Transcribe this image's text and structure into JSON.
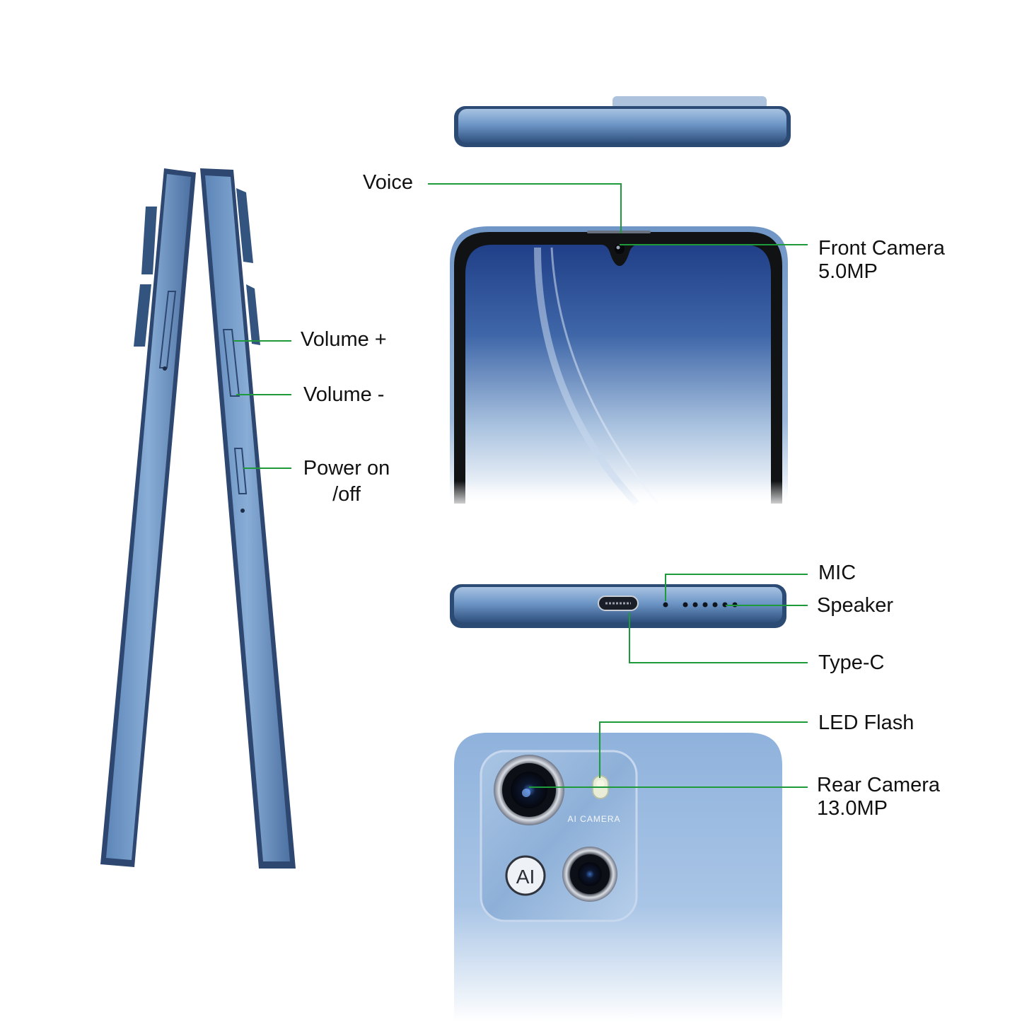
{
  "labels": {
    "voice": "Voice",
    "front_camera": [
      "Front Camera",
      "5.0MP"
    ],
    "volume_up": "Volume +",
    "volume_down": "Volume -",
    "power": [
      "Power on",
      "/off"
    ],
    "mic": "MIC",
    "speaker": "Speaker",
    "type_c": "Type-C",
    "led_flash": "LED Flash",
    "rear_camera": [
      "Rear Camera",
      "13.0MP"
    ]
  },
  "camera_module": {
    "badge": "AI CAMERA",
    "ai_button": "AI"
  },
  "colors": {
    "phone_body": "#7ea4cf",
    "phone_frame_dark": "#2f4f78",
    "screen_blue": "#2a4f95",
    "leader_line": "#1f9a3a",
    "background": "#ffffff"
  },
  "icons": {
    "front_camera": "front-camera-icon",
    "rear_camera": "rear-camera-icon",
    "led_flash": "led-flash-icon",
    "usb_port": "usb-c-port-icon",
    "speaker_grille": "speaker-grille-icon"
  }
}
